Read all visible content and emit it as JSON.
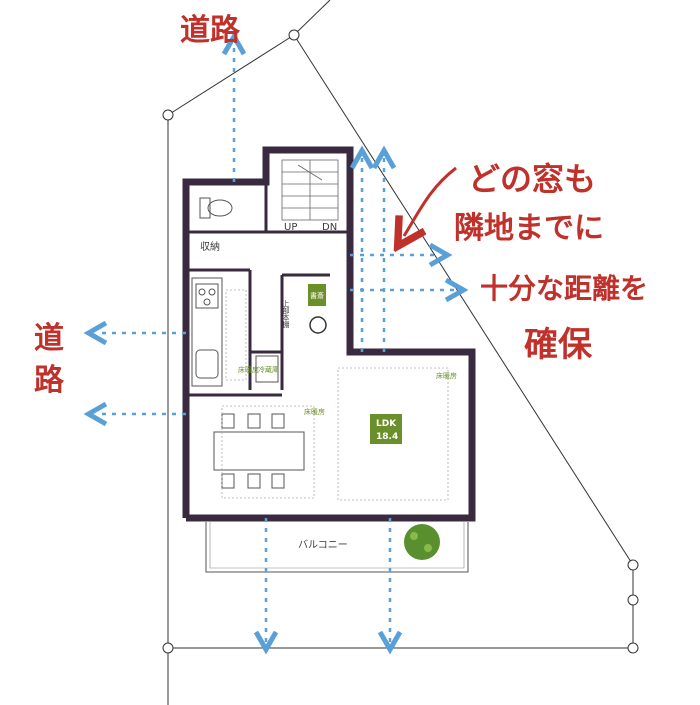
{
  "labels": {
    "road_top": "道路",
    "road_left_1": "道",
    "road_left_2": "路",
    "annotation_line1": "どの窓も",
    "annotation_line2": "隣地までに",
    "annotation_line3": "十分な距離を",
    "annotation_line4": "確保",
    "up": "UP",
    "dn": "DN",
    "storage": "収納",
    "study": "書斎",
    "bookshelf": "上部本棚",
    "floor_heat_1": "床暖房",
    "floor_heat_2": "床暖房",
    "floor_heat_3": "床暖房",
    "fridge": "冷蔵庫",
    "ldk": "LDK",
    "ldk_size": "18.4",
    "balcony": "バルコニー"
  },
  "colors": {
    "wall": "#3a2a3f",
    "arrow": "#5aa0d8",
    "hand": "#c0312b",
    "label_bg": "#6b8f2a",
    "tree": "#5a8f2f"
  }
}
